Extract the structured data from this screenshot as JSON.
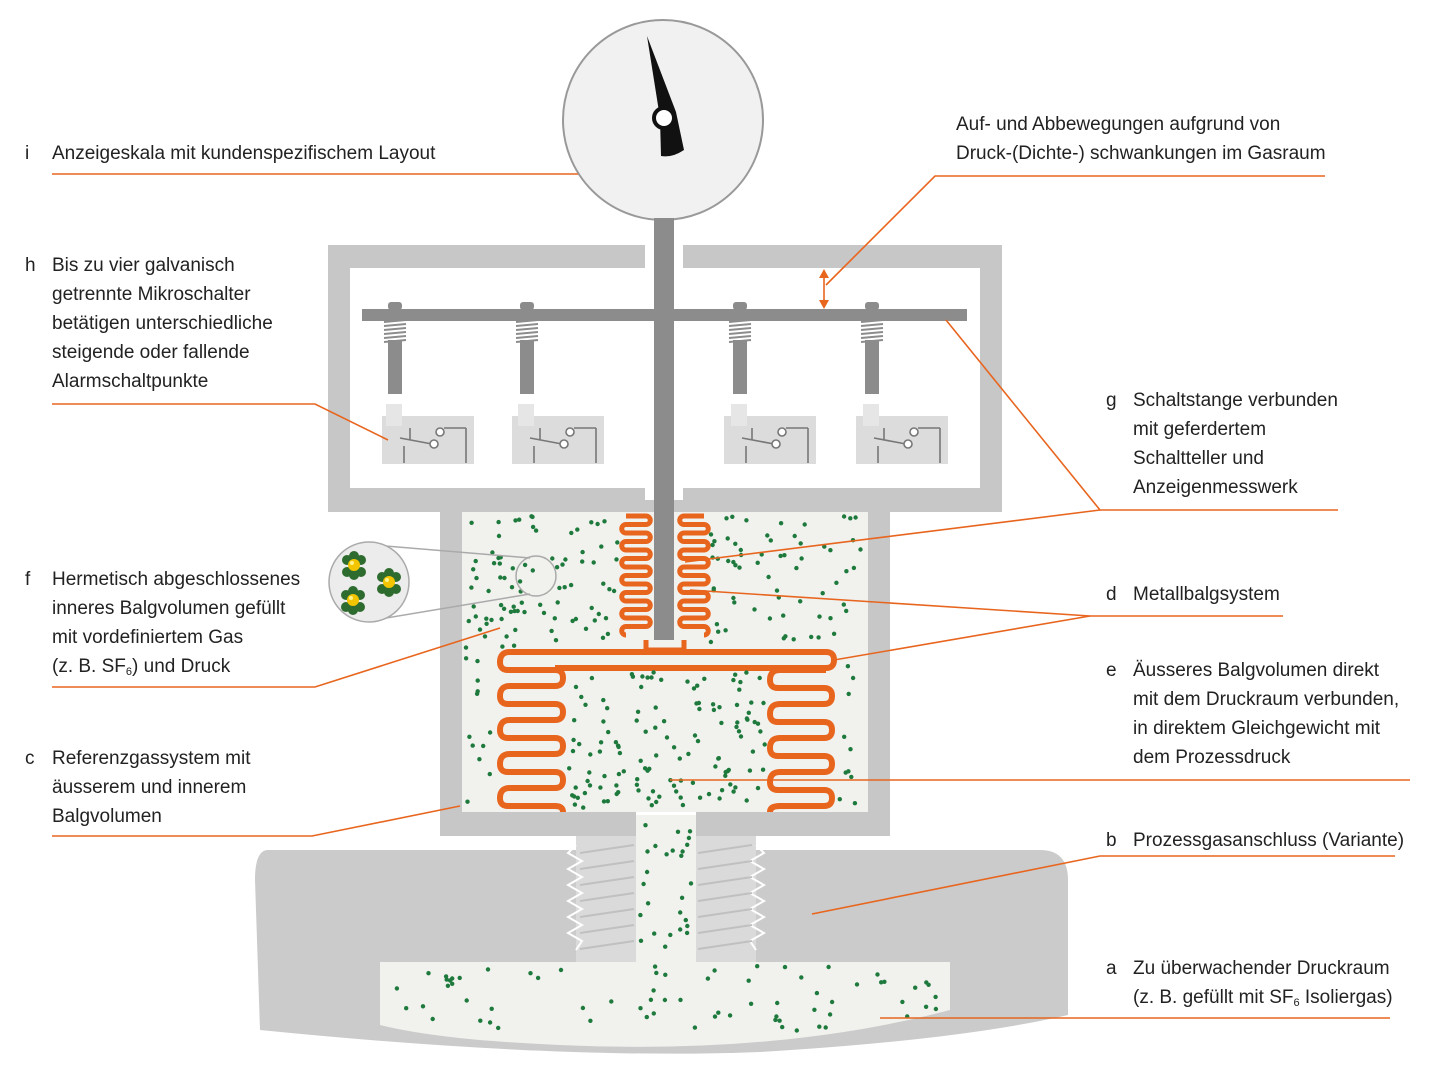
{
  "labels": {
    "i": {
      "letter": "i",
      "lines": [
        "Anzeigeskala mit kundenspezifischem Layout"
      ]
    },
    "h": {
      "letter": "h",
      "lines": [
        "Bis zu vier galvanisch",
        "getrennte Mikroschalter",
        "betätigen unterschiedliche",
        "steigende oder fallende",
        "Alarmschaltpunkte"
      ]
    },
    "f": {
      "letter": "f",
      "lines": [
        "Hermetisch abgeschlossenes",
        "inneres Balgvolumen gefüllt",
        "mit vordefiniertem Gas"
      ],
      "line4_pre": "(z. B. SF",
      "line4_sub": "6",
      "line4_post": ") und Druck"
    },
    "c": {
      "letter": "c",
      "lines": [
        "Referenzgassystem mit",
        "äusserem und innerem",
        "Balgvolumen"
      ]
    },
    "top": {
      "lines": [
        "Auf- und Abbewegungen aufgrund von",
        "Druck-(Dichte-) schwankungen im Gasraum"
      ]
    },
    "g": {
      "letter": "g",
      "lines": [
        "Schaltstange verbunden",
        "mit geferdertem",
        "Schaltteller und",
        "Anzeigenmesswerk"
      ]
    },
    "d": {
      "letter": "d",
      "lines": [
        "Metallbalgsystem"
      ]
    },
    "e": {
      "letter": "e",
      "lines": [
        "Äusseres Balgvolumen direkt",
        "mit dem Druckraum verbunden,",
        "in direktem Gleichgewicht mit",
        "dem Prozessdruck"
      ]
    },
    "b": {
      "letter": "b",
      "lines": [
        "Prozessgasanschluss (Variante)"
      ]
    },
    "a": {
      "letter": "a",
      "line1": "Zu überwachender Druckraum",
      "line2_pre": "(z. B. gefüllt mit SF",
      "line2_sub": "6",
      "line2_post": " Isoliergas)"
    }
  },
  "colors": {
    "accent_orange": "#e8651e",
    "housing_gray": "#c7c7c7",
    "gas_fill": "#f1f1ee",
    "dot_green": "#1e7a3c",
    "rod_gray": "#8c8c8c"
  }
}
